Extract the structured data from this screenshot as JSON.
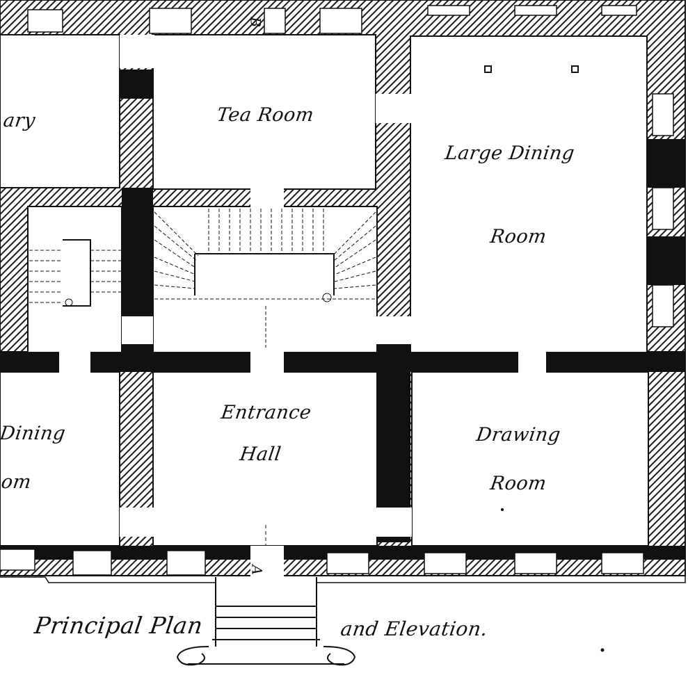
{
  "rooms": {
    "library_partial": "ary",
    "tea_room": "Tea Room",
    "large_dining_line1": "Large Dining",
    "large_dining_line2": "Room",
    "dining_partial_line1": "Dining",
    "dining_partial_line2": "om",
    "entrance_line1": "Entrance",
    "entrance_line2": "Hall",
    "drawing_line1": "Drawing",
    "drawing_line2": "Room"
  },
  "section_marks": {
    "top": "B",
    "bottom": "A"
  },
  "caption": {
    "left": "Principal Plan",
    "right": "and Elevation."
  },
  "colors": {
    "ink": "#111111",
    "paper": "#ffffff",
    "hatch": "#1a1a1a"
  }
}
